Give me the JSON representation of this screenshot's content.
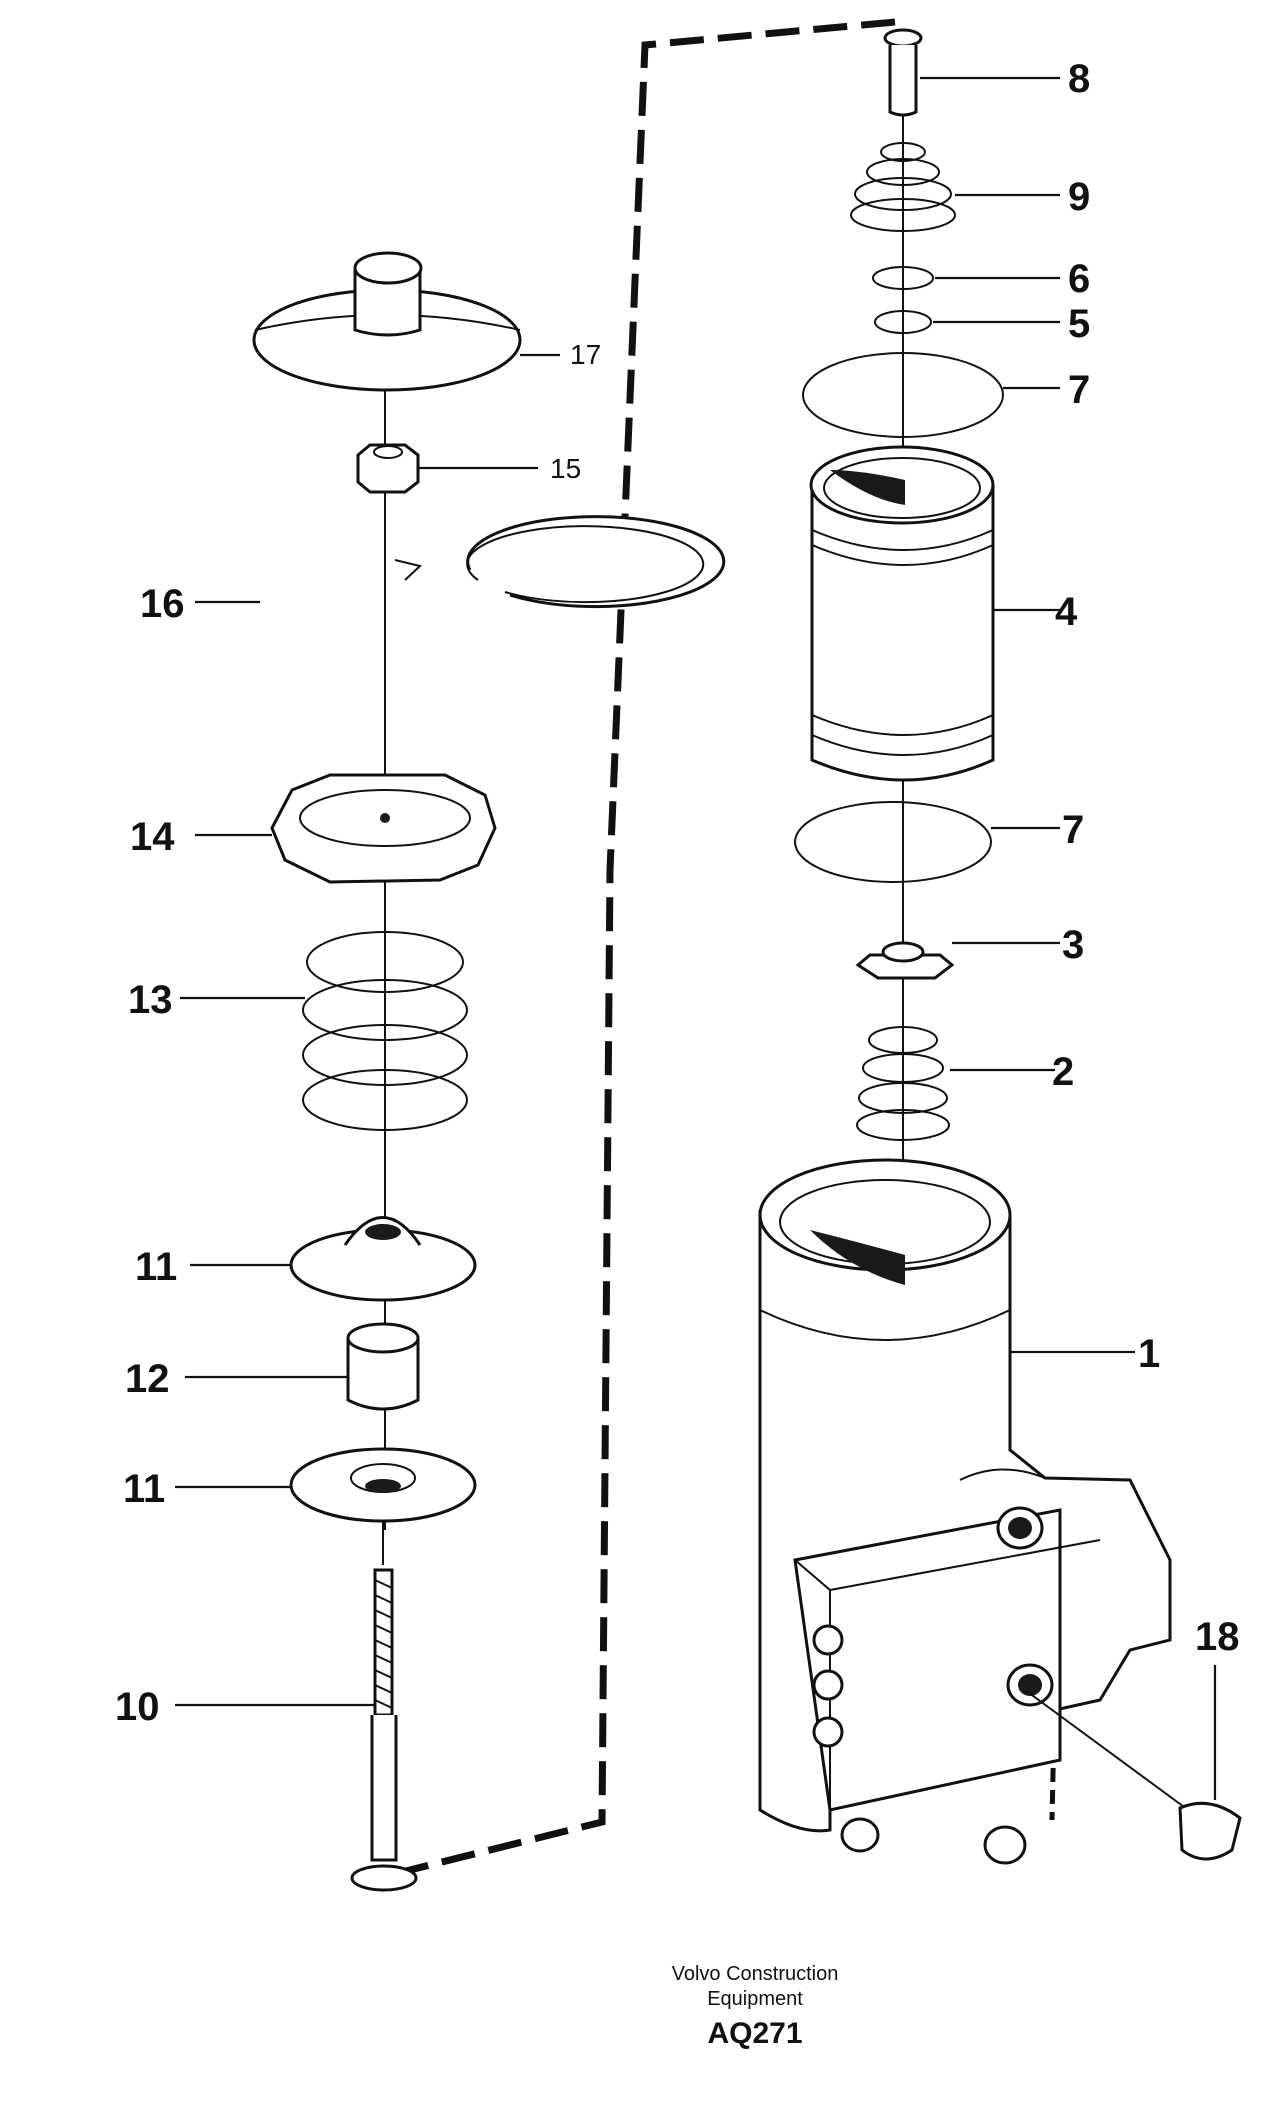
{
  "callouts": [
    {
      "id": "1",
      "label": "1"
    },
    {
      "id": "2",
      "label": "2"
    },
    {
      "id": "3",
      "label": "3"
    },
    {
      "id": "4",
      "label": "4"
    },
    {
      "id": "5",
      "label": "5"
    },
    {
      "id": "6",
      "label": "6"
    },
    {
      "id": "7a",
      "label": "7"
    },
    {
      "id": "7b",
      "label": "7"
    },
    {
      "id": "8",
      "label": "8"
    },
    {
      "id": "9",
      "label": "9"
    },
    {
      "id": "10",
      "label": "10"
    },
    {
      "id": "11a",
      "label": "11"
    },
    {
      "id": "11b",
      "label": "11"
    },
    {
      "id": "12",
      "label": "12"
    },
    {
      "id": "13",
      "label": "13"
    },
    {
      "id": "14",
      "label": "14"
    },
    {
      "id": "15",
      "label": "15"
    },
    {
      "id": "16",
      "label": "16"
    },
    {
      "id": "17",
      "label": "17"
    },
    {
      "id": "18",
      "label": "18"
    }
  ],
  "footer": {
    "line1": "Volvo Construction",
    "line2": "Equipment",
    "code": "AQ271"
  }
}
